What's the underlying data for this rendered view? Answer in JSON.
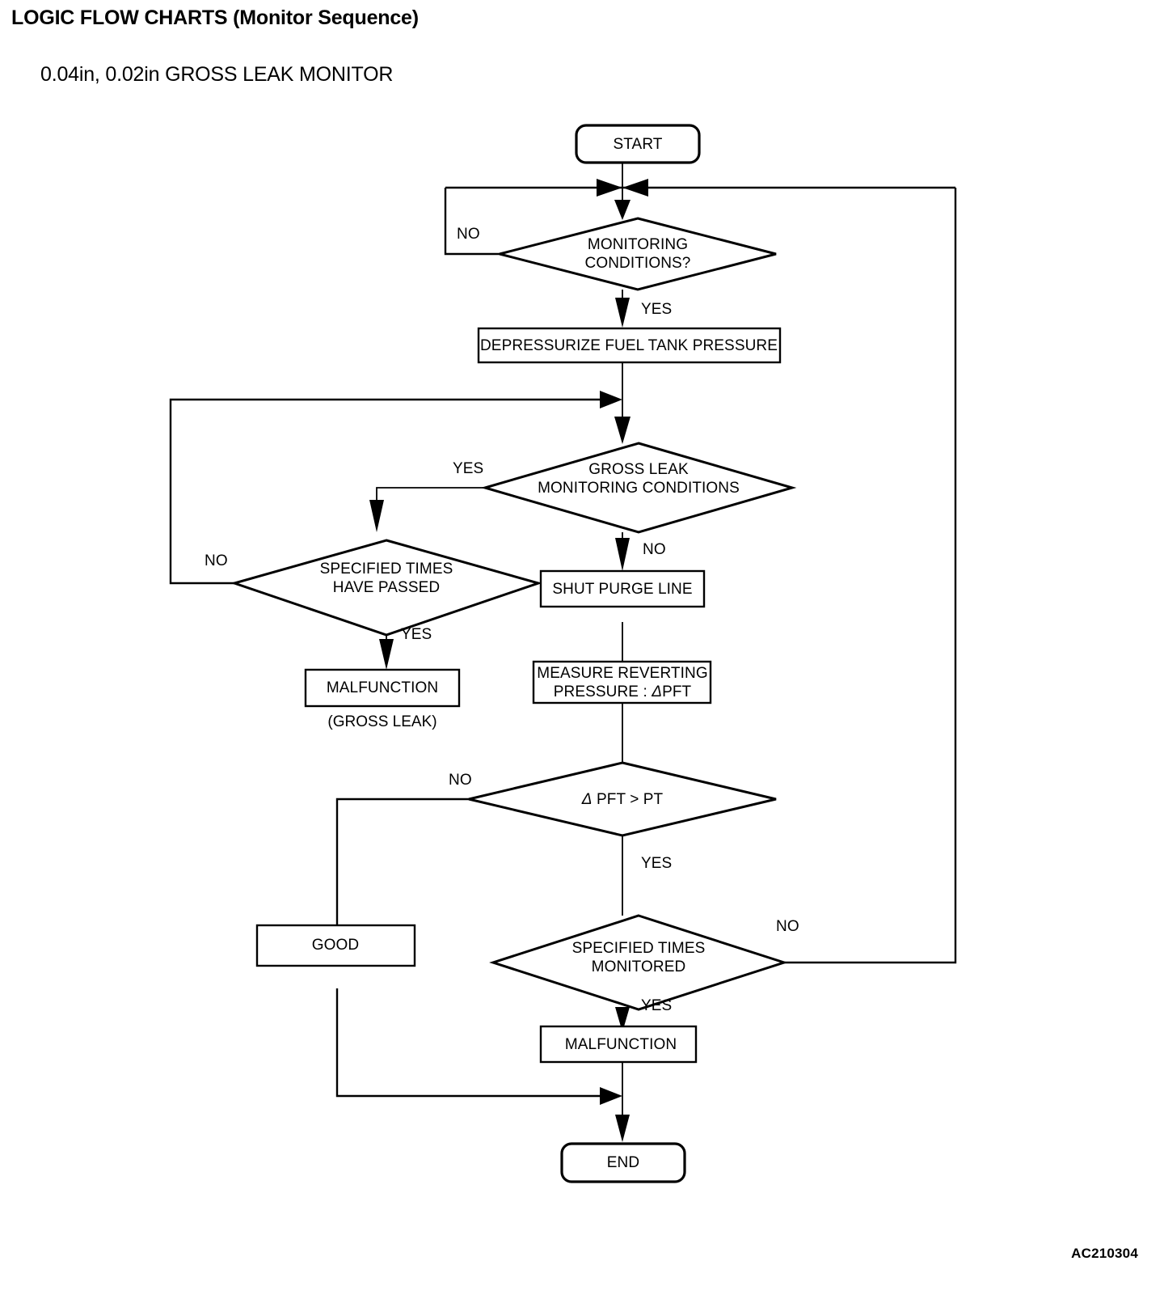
{
  "header": {
    "title": "LOGIC FLOW CHARTS (Monitor Sequence)",
    "subtitle": "0.04in, 0.02in GROSS LEAK MONITOR"
  },
  "figure_code": "AC210304",
  "colors": {
    "background": "#ffffff",
    "line": "#000000",
    "text": "#000000"
  },
  "chart_data": {
    "type": "diagram",
    "diagram_kind": "flowchart",
    "title": "0.04in, 0.02in GROSS LEAK MONITOR",
    "nodes": [
      {
        "id": "start",
        "shape": "terminator",
        "label": "START"
      },
      {
        "id": "mon_cond",
        "shape": "decision",
        "label": "MONITORING CONDITIONS?",
        "line1": "MONITORING",
        "line2": "CONDITIONS?"
      },
      {
        "id": "depressurize",
        "shape": "process",
        "label": "DEPRESSURIZE FUEL TANK PRESSURE"
      },
      {
        "id": "gross_cond",
        "shape": "decision",
        "label": "GROSS LEAK MONITORING CONDITIONS",
        "line1": "GROSS LEAK",
        "line2": "MONITORING CONDITIONS"
      },
      {
        "id": "times_passed",
        "shape": "decision",
        "label": "SPECIFIED TIMES HAVE PASSED",
        "line1": "SPECIFIED TIMES",
        "line2": "HAVE PASSED"
      },
      {
        "id": "malf_gross",
        "shape": "process",
        "label": "MALFUNCTION"
      },
      {
        "id": "malf_note",
        "shape": "note",
        "label": "(GROSS LEAK)"
      },
      {
        "id": "shut_purge",
        "shape": "process",
        "label": "SHUT PURGE LINE"
      },
      {
        "id": "measure",
        "shape": "process",
        "label": "MEASURE REVERTING PRESSURE : ΔPFT",
        "line1": "MEASURE REVERTING",
        "line2_pre": "PRESSURE : ",
        "line2_delta": "Δ",
        "line2_post": "PFT"
      },
      {
        "id": "pft_cmp",
        "shape": "decision",
        "label": "Δ PFT > PT",
        "delta": "Δ",
        "rest": " PFT > PT"
      },
      {
        "id": "good",
        "shape": "process",
        "label": "GOOD"
      },
      {
        "id": "times_mon",
        "shape": "decision",
        "label": "SPECIFIED TIMES MONITORED",
        "line1": "SPECIFIED TIMES",
        "line2": "MONITORED"
      },
      {
        "id": "malf_final",
        "shape": "process",
        "label": "MALFUNCTION"
      },
      {
        "id": "end",
        "shape": "terminator",
        "label": "END"
      }
    ],
    "edges": [
      {
        "from": "start",
        "to": "mon_cond",
        "label": ""
      },
      {
        "from": "mon_cond",
        "to": "mon_cond",
        "label": "NO",
        "note": "loop back to junction above decision (left side)"
      },
      {
        "from": "mon_cond",
        "to": "depressurize",
        "label": "YES"
      },
      {
        "from": "depressurize",
        "to": "gross_cond",
        "label": ""
      },
      {
        "from": "gross_cond",
        "to": "times_passed",
        "label": "YES"
      },
      {
        "from": "gross_cond",
        "to": "shut_purge",
        "label": "NO"
      },
      {
        "from": "times_passed",
        "to": "gross_cond",
        "label": "NO",
        "note": "loop back into line above GROSS LEAK decision"
      },
      {
        "from": "times_passed",
        "to": "malf_gross",
        "label": "YES"
      },
      {
        "from": "shut_purge",
        "to": "measure",
        "label": ""
      },
      {
        "from": "measure",
        "to": "pft_cmp",
        "label": ""
      },
      {
        "from": "pft_cmp",
        "to": "good",
        "label": "NO"
      },
      {
        "from": "pft_cmp",
        "to": "times_mon",
        "label": "YES"
      },
      {
        "from": "times_mon",
        "to": "mon_cond",
        "label": "NO",
        "note": "returns along right side to junction under START"
      },
      {
        "from": "times_mon",
        "to": "malf_final",
        "label": "YES"
      },
      {
        "from": "good",
        "to": "end",
        "label": ""
      },
      {
        "from": "malf_final",
        "to": "end",
        "label": ""
      }
    ],
    "edge_labels": {
      "mon_cond_no": "NO",
      "mon_cond_yes": "YES",
      "gross_yes": "YES",
      "gross_no": "NO",
      "times_passed_no": "NO",
      "times_passed_yes": "YES",
      "pft_no": "NO",
      "pft_yes": "YES",
      "times_mon_no": "NO",
      "times_mon_yes": "YES"
    }
  }
}
